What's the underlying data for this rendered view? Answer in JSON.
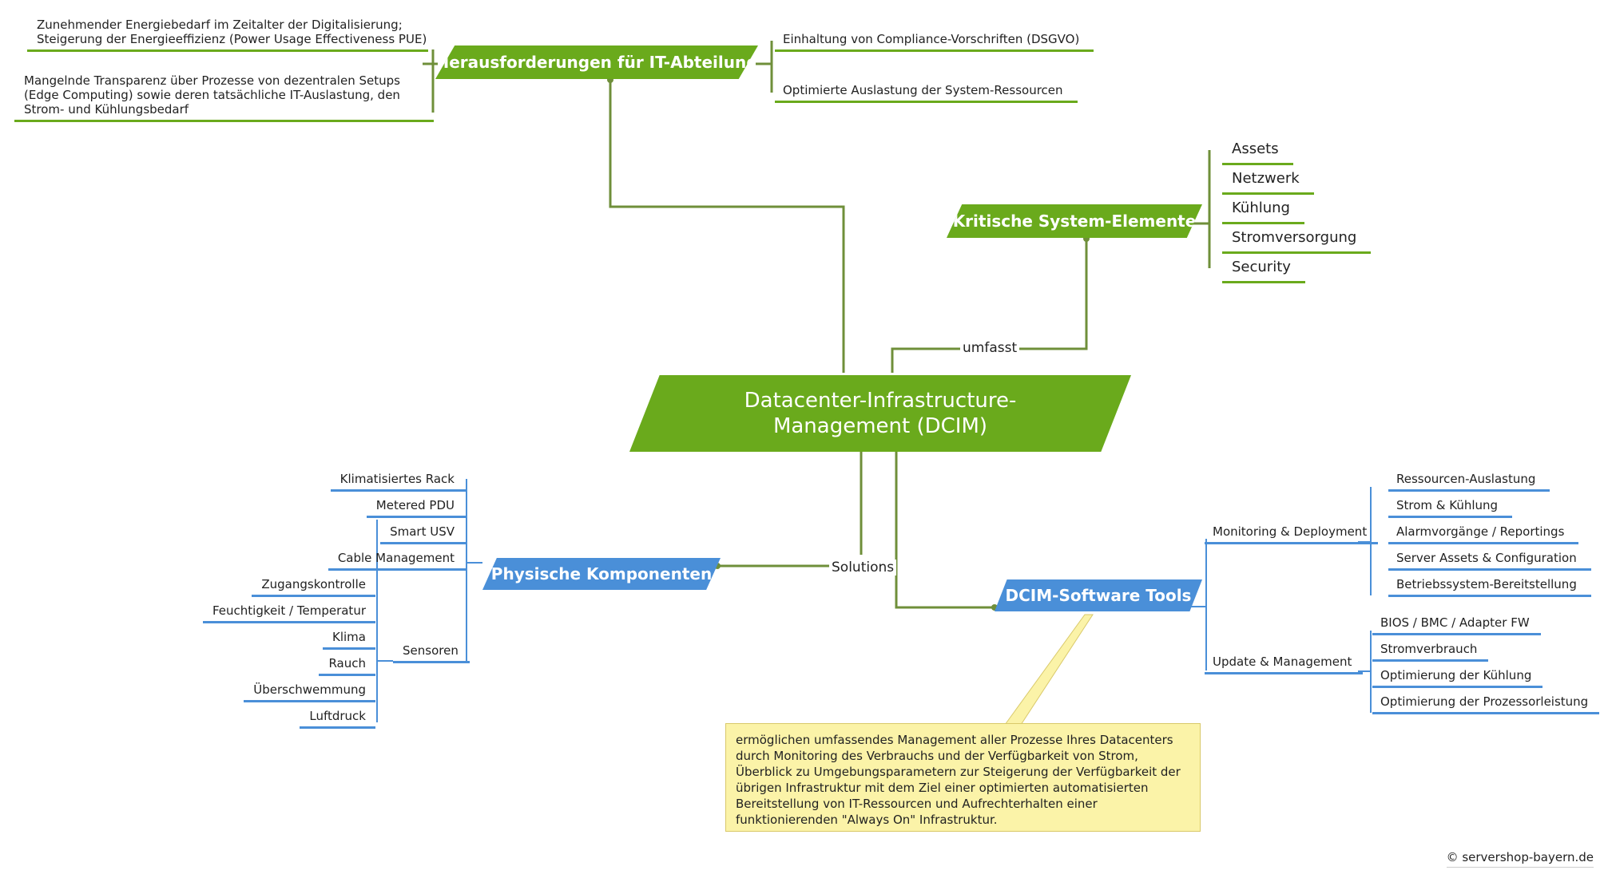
{
  "central": "Datacenter-Infrastructure-Management (DCIM)",
  "connectors": {
    "umfasst": "umfasst",
    "solutions": "Solutions"
  },
  "challenges": {
    "title": "Herausforderungen für IT-Abteilung",
    "left_items": [
      "Zunehmender Energiebedarf im Zeitalter der Digitalisierung; Steigerung der Energieeffizienz (Power Usage Effectiveness PUE)",
      "Mangelnde Transparenz über Prozesse von dezentralen Setups (Edge Computing) sowie deren tatsächliche IT-Auslastung, den Strom- und Kühlungsbedarf"
    ],
    "right_items": [
      "Einhaltung von Compliance-Vorschriften (DSGVO)",
      "Optimierte Auslastung der System-Ressourcen"
    ]
  },
  "critical": {
    "title": "Kritische System-Elemente",
    "items": [
      "Assets",
      "Netzwerk",
      "Kühlung",
      "Stromversorgung",
      "Security"
    ]
  },
  "physical": {
    "title": "Physische Komponenten",
    "items": [
      "Klimatisiertes Rack",
      "Metered PDU",
      "Smart USV",
      "Cable Management"
    ],
    "sensors_label": "Sensoren",
    "sensors": [
      "Zugangskontrolle",
      "Feuchtigkeit / Temperatur",
      "Klima",
      "Rauch",
      "Überschwemmung",
      "Luftdruck"
    ]
  },
  "software": {
    "title": "DCIM-Software Tools",
    "monitoring": {
      "label": "Monitoring & Deployment",
      "items": [
        "Ressourcen-Auslastung",
        "Strom & Kühlung",
        "Alarmvorgänge / Reportings",
        "Server Assets & Configuration",
        "Betriebssystem-Bereitstellung"
      ]
    },
    "update": {
      "label": "Update & Management",
      "items": [
        "BIOS / BMC / Adapter FW",
        "Stromverbrauch",
        "Optimierung der Kühlung",
        "Optimierung der Prozessorleistung"
      ]
    },
    "note": "ermöglichen umfassendes Management aller Prozesse Ihres Datacenters durch Monitoring des Verbrauchs und der Verfügbarkeit von Strom, Überblick zu Umgebungsparametern zur Steigerung der Verfügbarkeit der übrigen Infrastruktur mit dem Ziel einer optimierten automatisierten Bereitstellung von IT-Ressourcen und Aufrechterhalten einer funktionierenden \"Always On\" Infrastruktur."
  },
  "copyright": "© servershop-bayern.de",
  "colors": {
    "green": "#6aaa1c",
    "blue": "#4a8fd8",
    "note": "#fbf3a8",
    "line": "#6f8f3a"
  }
}
